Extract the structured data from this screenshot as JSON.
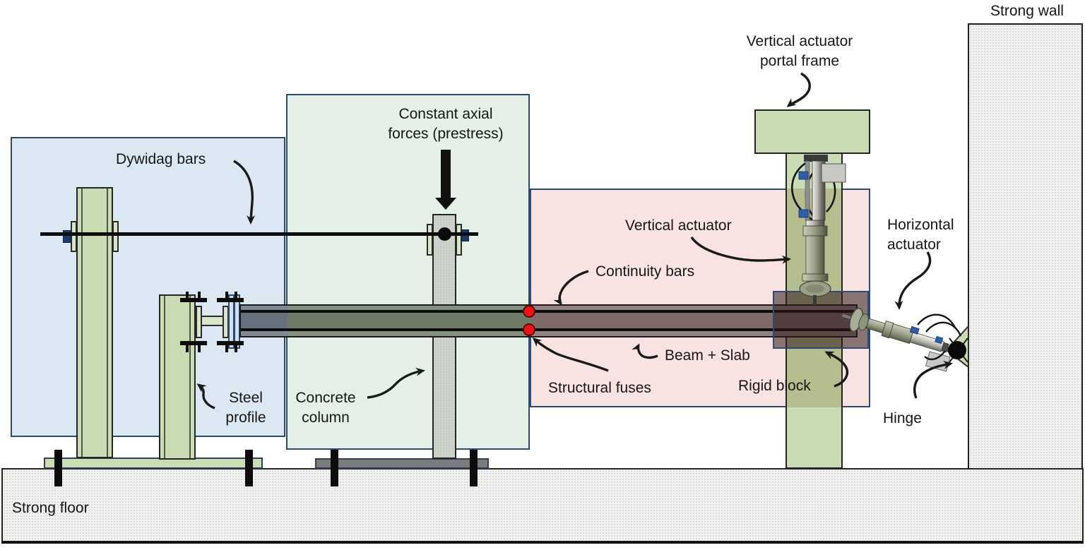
{
  "figure": {
    "type": "structural-test-setup-diagram",
    "labels": {
      "strong_wall": "Strong wall",
      "strong_floor": "Strong floor",
      "portal_frame": "Vertical actuator\nportal frame",
      "dywidag_bars": "Dywidag bars",
      "axial_forces": "Constant axial\nforces (prestress)",
      "vertical_actuator": "Vertical actuator",
      "horizontal_actuator": "Horizontal\nactuator",
      "continuity_bars": "Continuity bars",
      "beam_slab": "Beam + Slab",
      "structural_fuses": "Structural fuses",
      "rigid_block": "Rigid block",
      "hinge": "Hinge",
      "steel_profile": "Steel\nprofile",
      "concrete_column": "Concrete\ncolumn"
    },
    "colors": {
      "region_blue": "#dbe7f3",
      "region_green": "#e4f0e5",
      "region_pink": "#f8e2e2",
      "region_border": "#2e4a70",
      "frame_green": "#c9dcb4",
      "frame_green_pink_overlap": "#b6bd8e",
      "concrete_gray": "#cdd5cc",
      "beam_blue_zone": "#68727f",
      "beam_green_zone": "#6e7c67",
      "beam_pink_zone": "#7f6b6a",
      "rigid_block_overlay": "rgba(45,26,26,0.55)",
      "fuse_red": "#ea1515",
      "steel_plate_blue": "#cfe0f2",
      "nut_navy": "#1d3a6b",
      "wall_floor_fill": "#f2f2f0",
      "ink": "#1a1a1a"
    }
  }
}
